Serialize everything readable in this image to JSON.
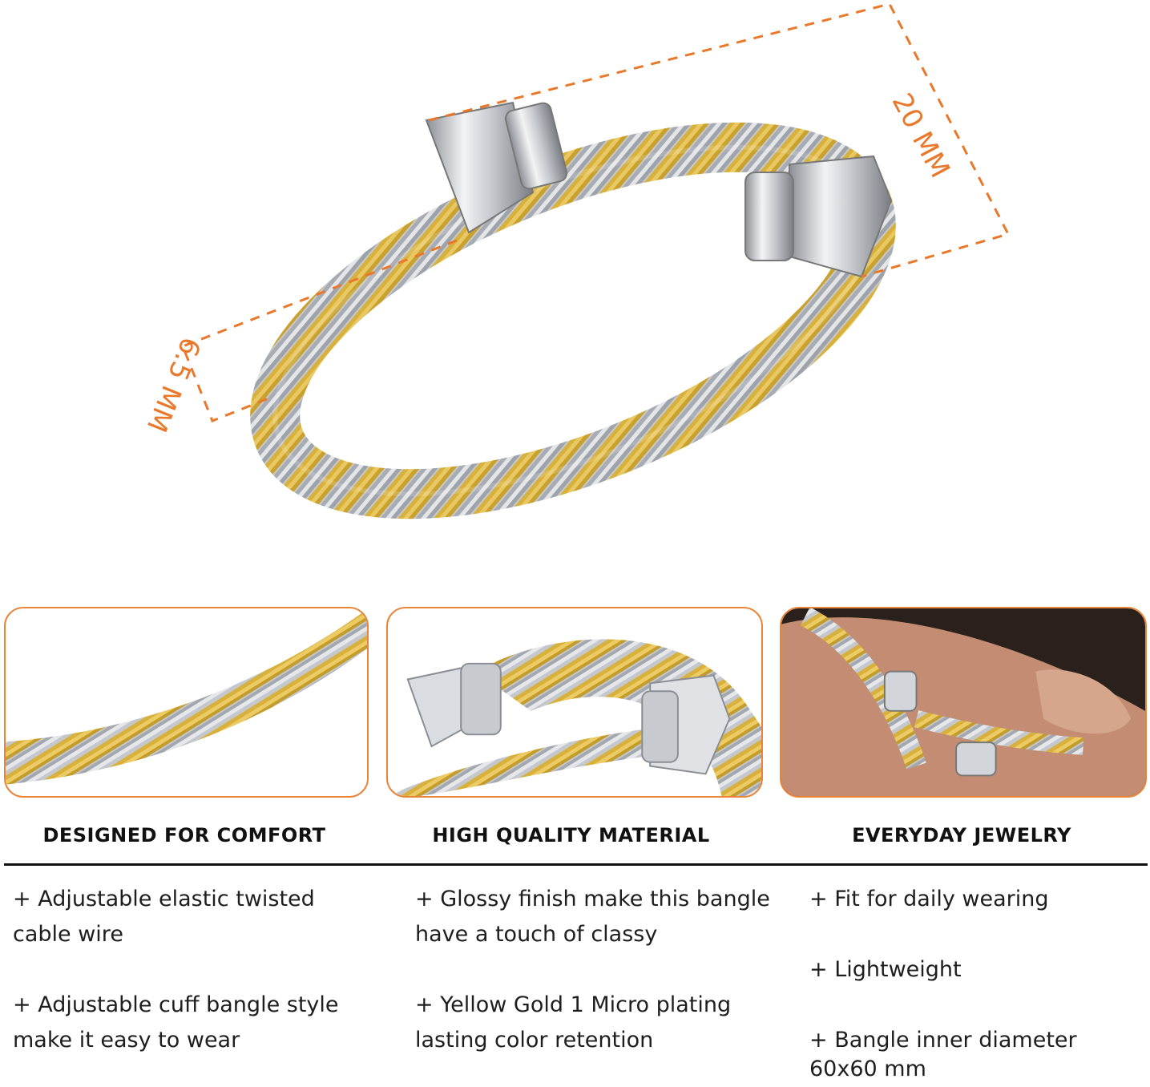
{
  "dimensions": {
    "width_label": "20 MM",
    "thickness_label": "6.5 MM"
  },
  "colors": {
    "accent": "#e9853a",
    "gold": "#d9b13a",
    "silver": "#b8bcc2"
  },
  "features": [
    {
      "title": "DESIGNED FOR COMFORT",
      "bullets": [
        "+ Adjustable elastic twisted",
        "cable wire",
        "+ Adjustable cuff bangle style",
        "make it easy to wear"
      ]
    },
    {
      "title": "HIGH QUALITY MATERIAL",
      "bullets": [
        "+ Glossy finish make this bangle",
        "have a touch of classy",
        "+ Yellow Gold 1 Micro plating",
        "lasting color retention"
      ]
    },
    {
      "title": "EVERYDAY JEWELRY",
      "bullets": [
        "+ Fit for daily wearing",
        "+ Lightweight",
        "+ Bangle inner diameter",
        "60x60 mm"
      ]
    }
  ]
}
